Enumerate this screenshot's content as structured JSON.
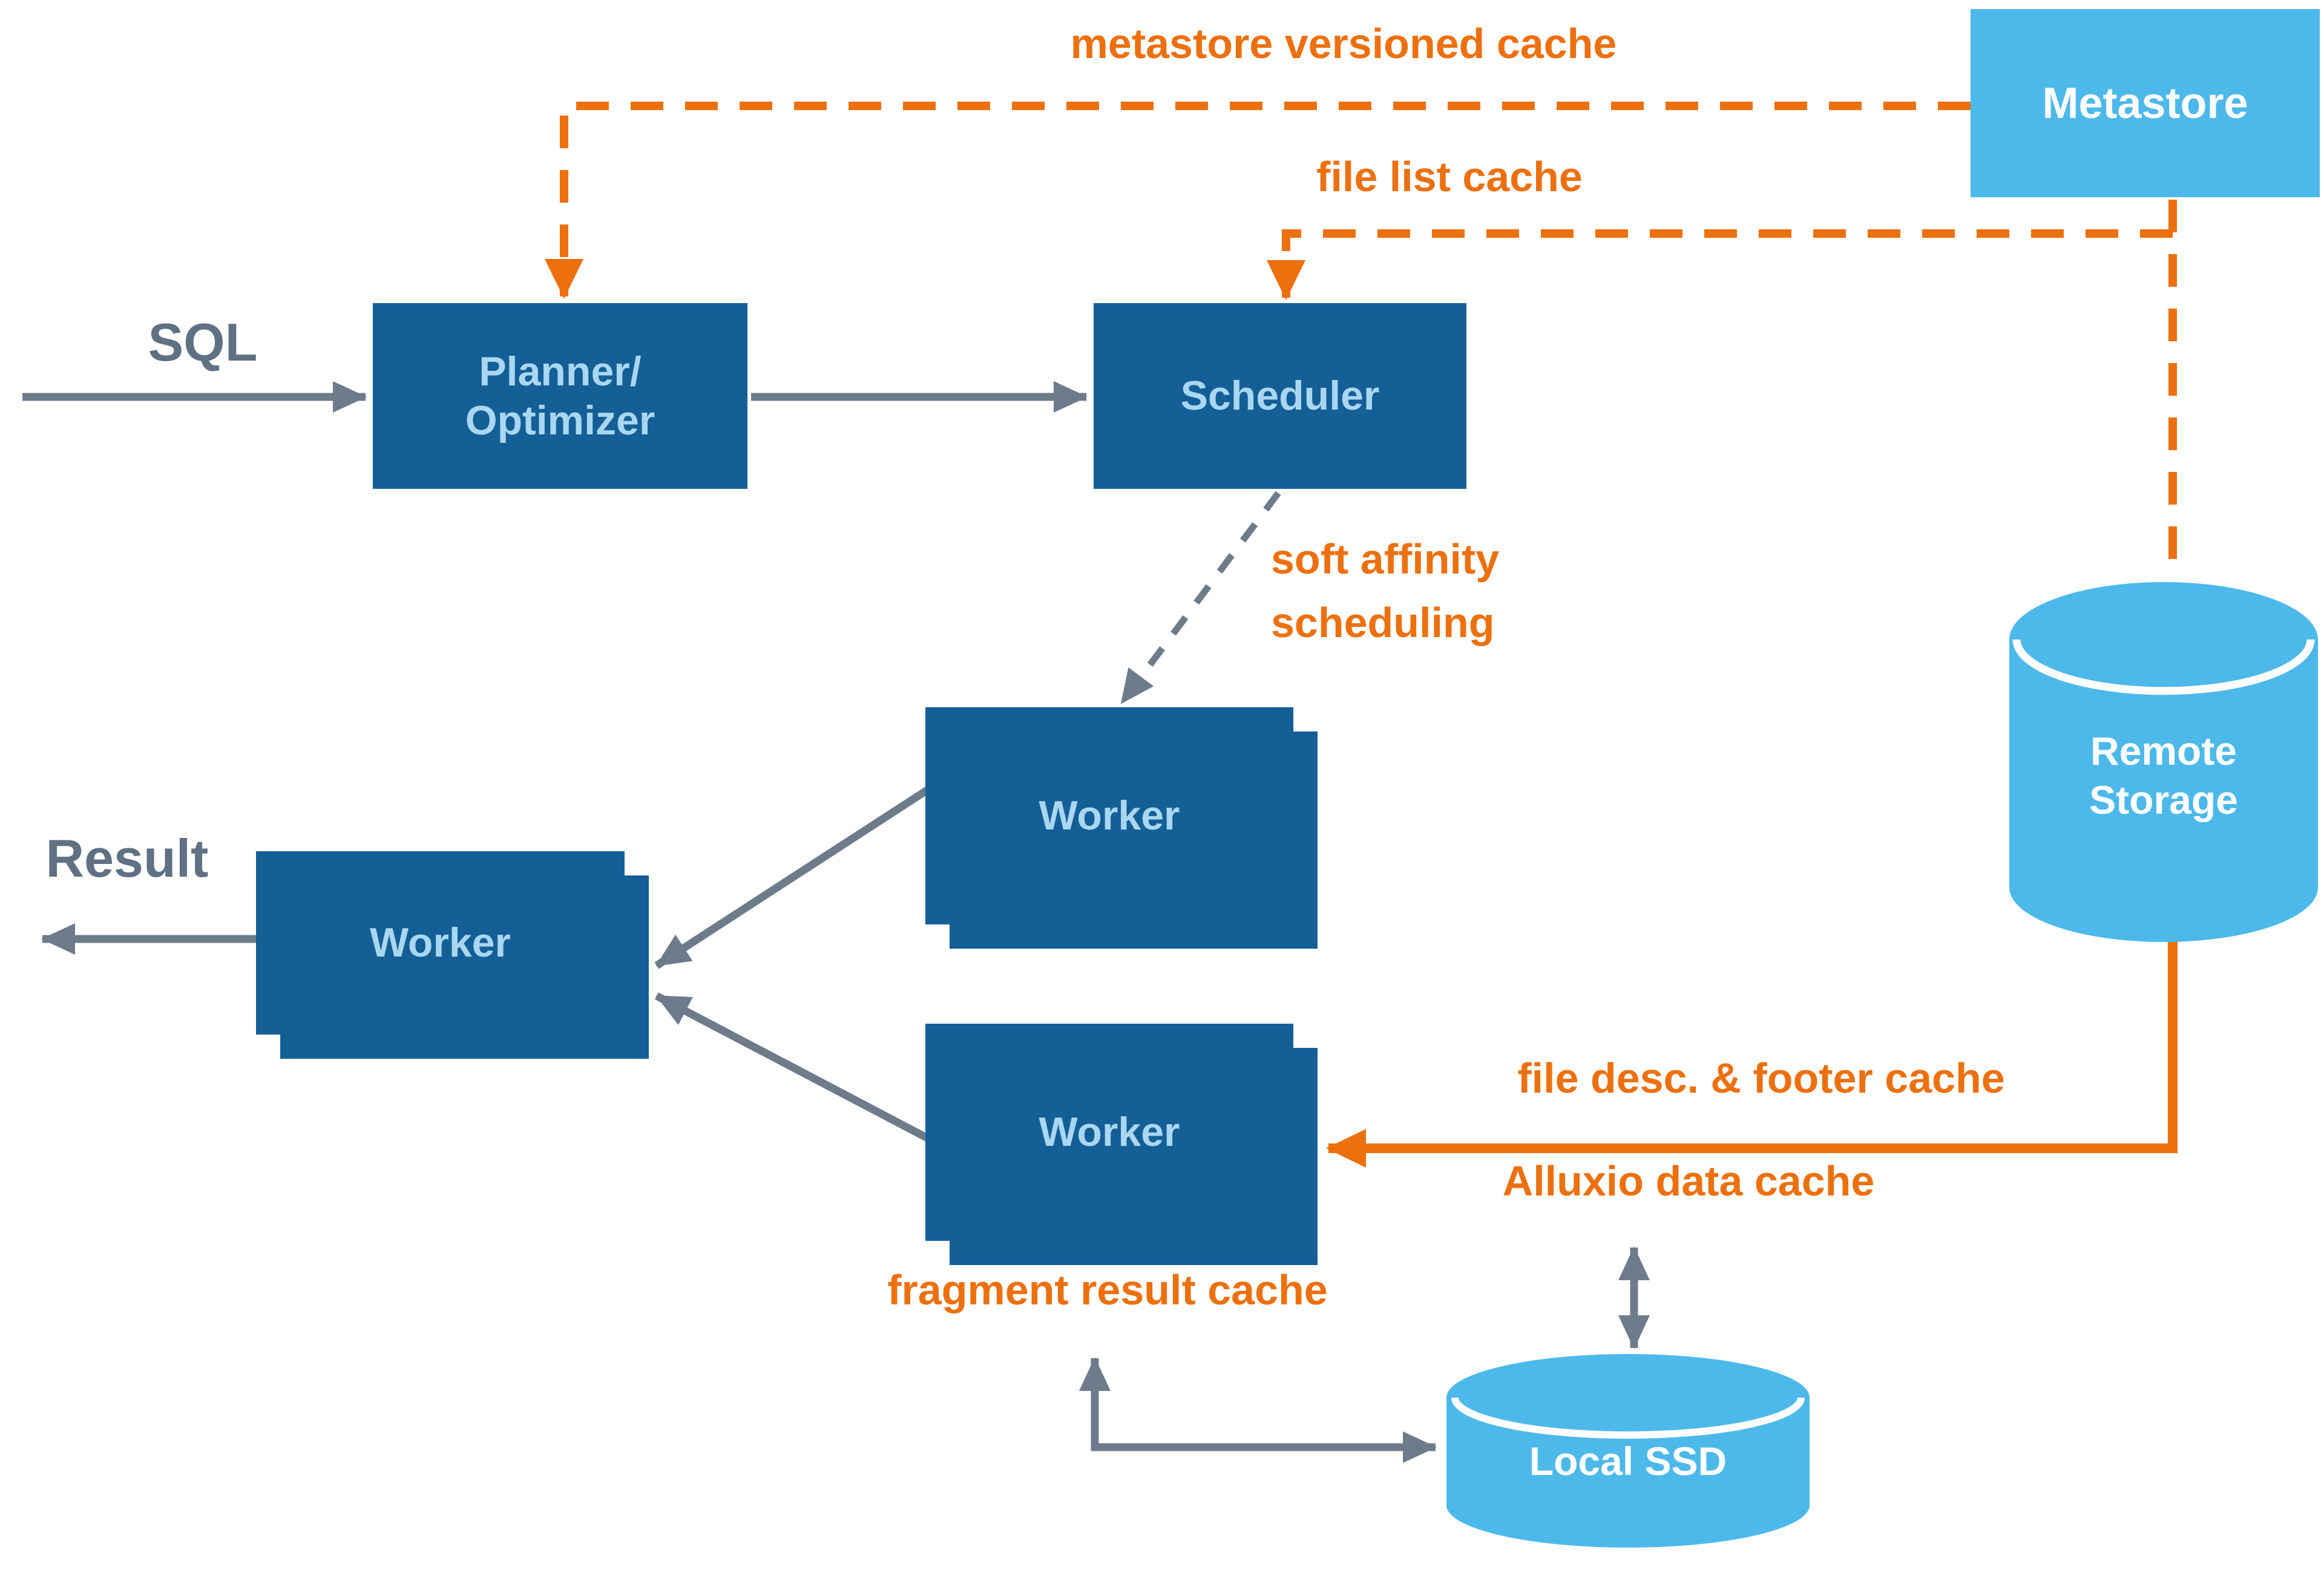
{
  "colors": {
    "box_blue": "#155F97",
    "box_text_blue": "#A9D7F2",
    "light_blue": "#4DB9EA",
    "orange": "#ED700F",
    "arrow_gray": "#6E7B8B",
    "label_gray": "#5F7183"
  },
  "nodes": {
    "planner": {
      "label": "Planner/\nOptimizer"
    },
    "scheduler": {
      "label": "Scheduler"
    },
    "worker_top": {
      "label": "Worker"
    },
    "worker_bottom": {
      "label": "Worker"
    },
    "worker_left": {
      "label": "Worker"
    },
    "metastore": {
      "label": "Metastore"
    },
    "remote_storage": {
      "label": "Remote\nStorage"
    },
    "local_ssd": {
      "label": "Local SSD"
    }
  },
  "labels": {
    "sql": "SQL",
    "result": "Result",
    "metastore_versioned_cache": "metastore versioned cache",
    "file_list_cache": "file list cache",
    "soft_affinity_scheduling": "soft affinity\nscheduling",
    "file_desc_footer_cache": "file desc. & footer cache",
    "alluxio_data_cache": "Alluxio data cache",
    "fragment_result_cache": "fragment result cache"
  }
}
